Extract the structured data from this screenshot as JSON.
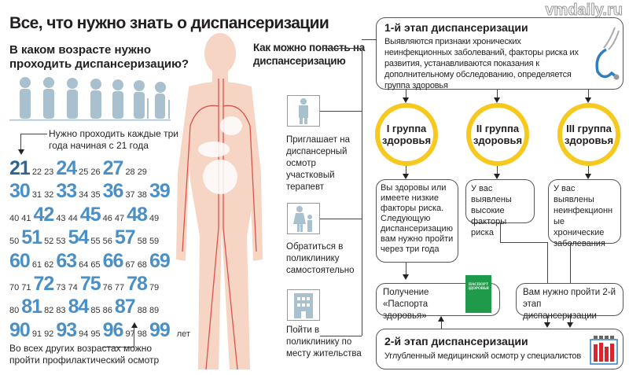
{
  "title": "Все, что нужно знать о диспансеризации",
  "watermark": "vmdaily.ru",
  "age": {
    "question": "В каком возрасте нужно проходить диспансеризацию?",
    "every_three": "Нужно проходить каждые три года начиная с 21 года",
    "rows": [
      [
        21,
        22,
        23,
        24,
        25,
        26,
        27,
        28,
        29
      ],
      [
        30,
        31,
        32,
        33,
        34,
        35,
        36,
        37,
        38,
        39
      ],
      [
        40,
        41,
        42,
        43,
        44,
        45,
        46,
        47,
        48,
        49
      ],
      [
        50,
        51,
        52,
        53,
        54,
        55,
        56,
        57,
        58,
        59
      ],
      [
        60,
        61,
        62,
        63,
        64,
        65,
        66,
        67,
        68,
        69
      ],
      [
        70,
        71,
        72,
        73,
        74,
        75,
        76,
        77,
        78,
        79
      ],
      [
        80,
        81,
        82,
        83,
        84,
        85,
        86,
        87,
        88,
        89
      ],
      [
        90,
        91,
        92,
        93,
        94,
        95,
        96,
        97,
        98,
        99
      ]
    ],
    "years_label": "лет",
    "other_ages": "Во всех других возрастах можно пройти профилактический осмотр"
  },
  "how": {
    "heading": "Как можно попасть на диспансеризацию",
    "ways": [
      {
        "icon": "doctor-icon",
        "text": "Приглашает на диспансерный осмотр участковый терапевт"
      },
      {
        "icon": "parent-child-icon",
        "text": "Обратиться в поликлинику самостоятельно"
      },
      {
        "icon": "clinic-building-icon",
        "text": "Пойти в поликлинику по месту жительства"
      }
    ]
  },
  "stage1": {
    "title": "1-й этап диспансеризации",
    "text": "Выявляются признаки хронических неинфекционных заболеваний, факторы риска их развития, устанавливаются показания к дополнительному обследованию, определяется группа здоровья"
  },
  "groups": [
    {
      "label": "I группа здоровья",
      "result": "Вы здоровы или имеете низкие факторы риска. Следующую диспансеризацию вам нужно пройти через три года"
    },
    {
      "label": "II группа здоровья",
      "result": "У вас выявлены высокие факторы риска"
    },
    {
      "label": "III группа здоровья",
      "result": "У вас выявлены неинфекционные хронические заболевания"
    }
  ],
  "passport": {
    "text": "Получение «Паспорта здоровья»",
    "cover": "ПАСПОРТ ЗДОРОВЬЯ",
    "color": "#1f9a4a"
  },
  "need_stage2": "Вам нужно пройти 2-й этап диспансеризации",
  "stage2": {
    "title": "2-й этап диспансеризации",
    "text": "Углубленный медицинский осмотр у специалистов"
  },
  "colors": {
    "blue": "#4a8fc6",
    "yellow": "#f7c91e",
    "body": "#f6d5c4",
    "vessel": "#d9534f"
  }
}
